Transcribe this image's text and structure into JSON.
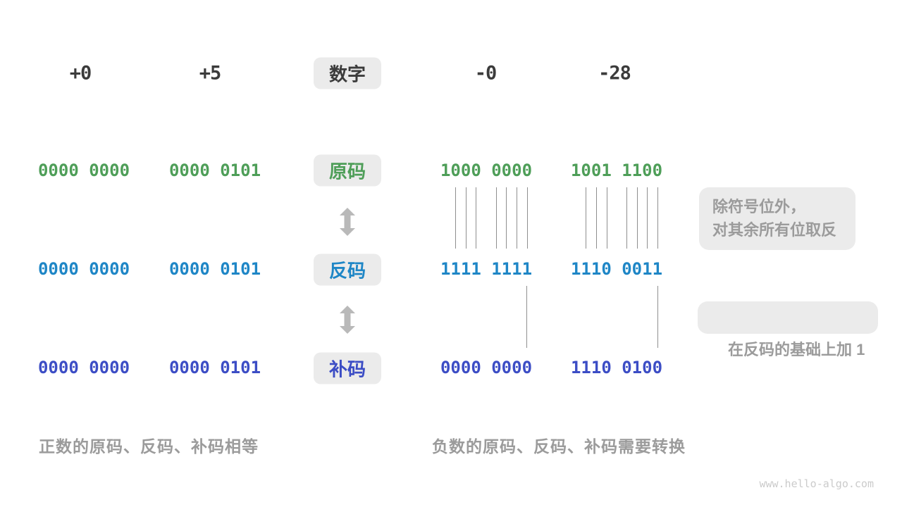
{
  "palette": {
    "green": "#4E9E58",
    "blue": "#1E86C6",
    "indigo": "#3C4DC5",
    "dark": "#3B3B3B",
    "gray-text": "#9B9B9B",
    "box-bg": "#EBEBEB",
    "arrow": "#B9B9B9",
    "line": "#8F8F8F",
    "watermark": "#CBCBCB"
  },
  "header": {
    "numbers": [
      "+0",
      "+5",
      "-0",
      "-28"
    ],
    "label": "数字"
  },
  "rows": [
    {
      "label": "原码",
      "values": [
        "0000 0000",
        "0000 0101",
        "1000 0000",
        "1001 1100"
      ]
    },
    {
      "label": "反码",
      "values": [
        "0000 0000",
        "0000 0101",
        "1111 1111",
        "1110 0011"
      ]
    },
    {
      "label": "补码",
      "values": [
        "0000 0000",
        "0000 0101",
        "0000 0000",
        "1110 0100"
      ]
    }
  ],
  "notes": {
    "invert_line1": "除符号位外，",
    "invert_line2": "对其余所有位取反",
    "add_one": "在反码的基础上加 1"
  },
  "captions": {
    "positive": "正数的原码、反码、补码相等",
    "negative": "负数的原码、反码、补码需要转换"
  },
  "watermark": "www.hello-algo.com"
}
